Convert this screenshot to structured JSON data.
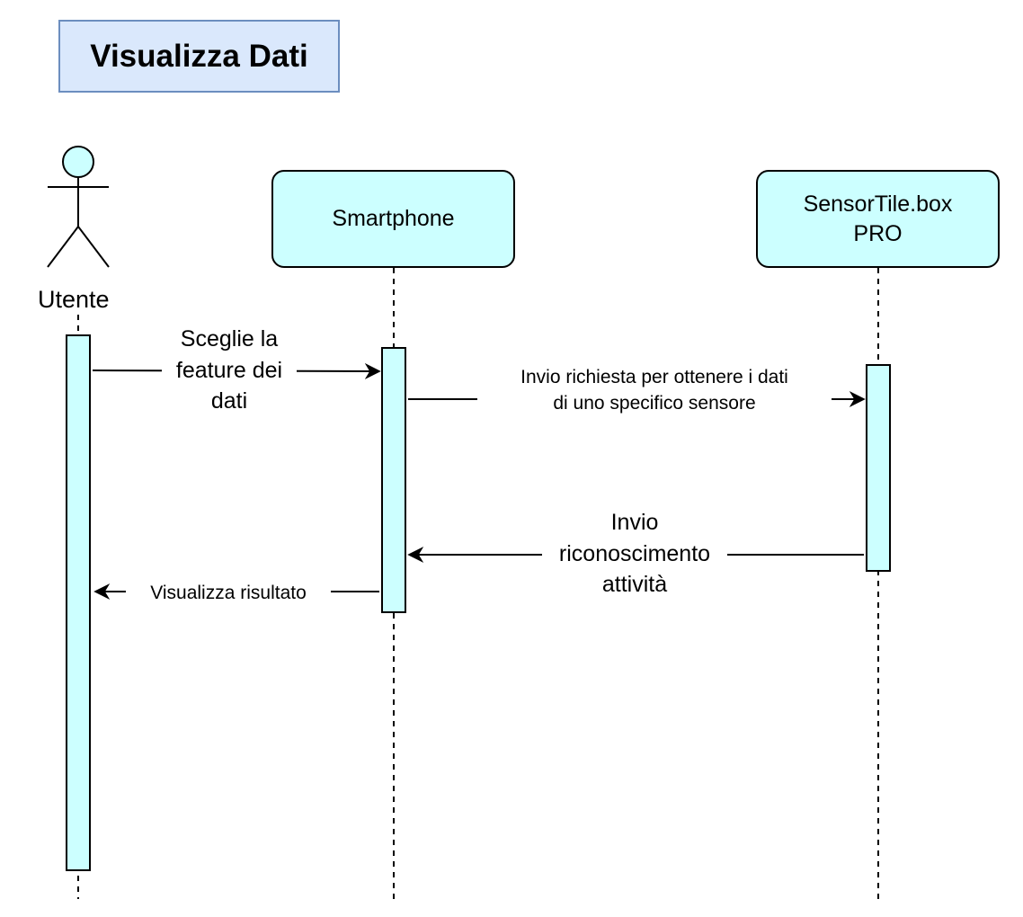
{
  "diagram": {
    "title": "Visualizza Dati",
    "actor": {
      "name": "Utente"
    },
    "participants": [
      {
        "id": "smartphone",
        "label": "Smartphone"
      },
      {
        "id": "sensortile",
        "label": "SensorTile.box\nPRO"
      }
    ],
    "messages": [
      {
        "from": "Utente",
        "to": "Smartphone",
        "label": "Sceglie la\nfeature dei\ndati"
      },
      {
        "from": "Smartphone",
        "to": "SensorTile.box PRO",
        "label": "Invio richiesta per ottenere i dati\ndi uno specifico sensore"
      },
      {
        "from": "SensorTile.box PRO",
        "to": "Smartphone",
        "label": "Invio\nriconoscimento\nattività"
      },
      {
        "from": "Smartphone",
        "to": "Utente",
        "label": "Visualizza risultato"
      }
    ],
    "colors": {
      "participant_fill": "#ccffff",
      "title_fill": "#dae8fc",
      "title_border": "#6c8ebf"
    }
  }
}
